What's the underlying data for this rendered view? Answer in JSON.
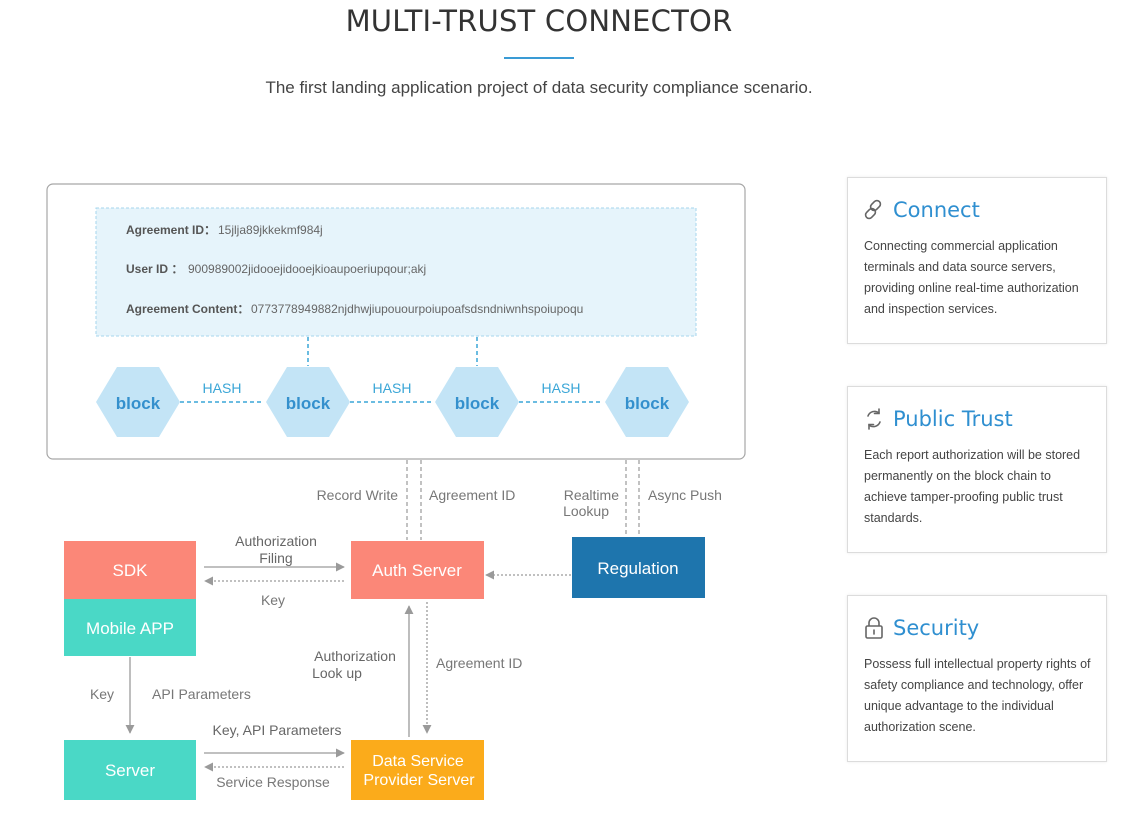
{
  "header": {
    "title": "MULTI-TRUST CONNECTOR",
    "subtitle": "The first landing application project of data security compliance scenario."
  },
  "agreement": {
    "id_label": "Agreement ID：",
    "id_value": "15jlja89jkkekmf984j",
    "user_label": "User ID ：",
    "user_value": "900989002jidooejidooejkioaupoeriupqour;akj",
    "content_label": "Agreement Content：",
    "content_value": "0773778949882njdhwjiupouourpoiupoafsdsndniwnhspoiupoqu"
  },
  "chain": {
    "blocks": [
      "block",
      "block",
      "block",
      "block"
    ],
    "hash_label": "HASH"
  },
  "nodes": {
    "sdk": "SDK",
    "mobile_app": "Mobile APP",
    "server": "Server",
    "auth_server": "Auth Server",
    "regulation": "Regulation",
    "dsp_line1": "Data Service",
    "dsp_line2": "Provider Server"
  },
  "edges": {
    "record_write": "Record Write",
    "agreement_id_top": "Agreement ID",
    "realtime_line1": "Realtime",
    "realtime_line2": "Lookup",
    "async_push": "Async Push",
    "auth_filing_line1": "Authorization",
    "auth_filing_line2": "Filing",
    "key_sdk": "Key",
    "key_left": "Key",
    "api_parameters": "API Parameters",
    "key_api_parameters": "Key, API Parameters",
    "service_response": "Service Response",
    "auth_lookup_line1": "Authorization",
    "auth_lookup_line2": "Look up",
    "agreement_id_bottom": "Agreement ID"
  },
  "colors": {
    "salmon": "#fb8778",
    "teal": "#4ad8c6",
    "blue": "#1e75ad",
    "orange": "#fbab1b",
    "block_fill": "#c3e4f6",
    "block_text": "#3490cd",
    "hash": "#3aa6d7",
    "accent": "#2f8fd0"
  },
  "cards": [
    {
      "icon": "link-icon",
      "title": "Connect",
      "text": "Connecting commercial application terminals and data source servers, providing online real-time authorization and inspection services."
    },
    {
      "icon": "refresh-icon",
      "title": "Public Trust",
      "text": "Each report authorization will be stored permanently on the block chain to achieve tamper-proofing public trust standards."
    },
    {
      "icon": "lock-icon",
      "title": "Security",
      "text": "Possess full intellectual property rights of safety compliance and technology, offer unique advantage to the individual authorization scene."
    }
  ]
}
